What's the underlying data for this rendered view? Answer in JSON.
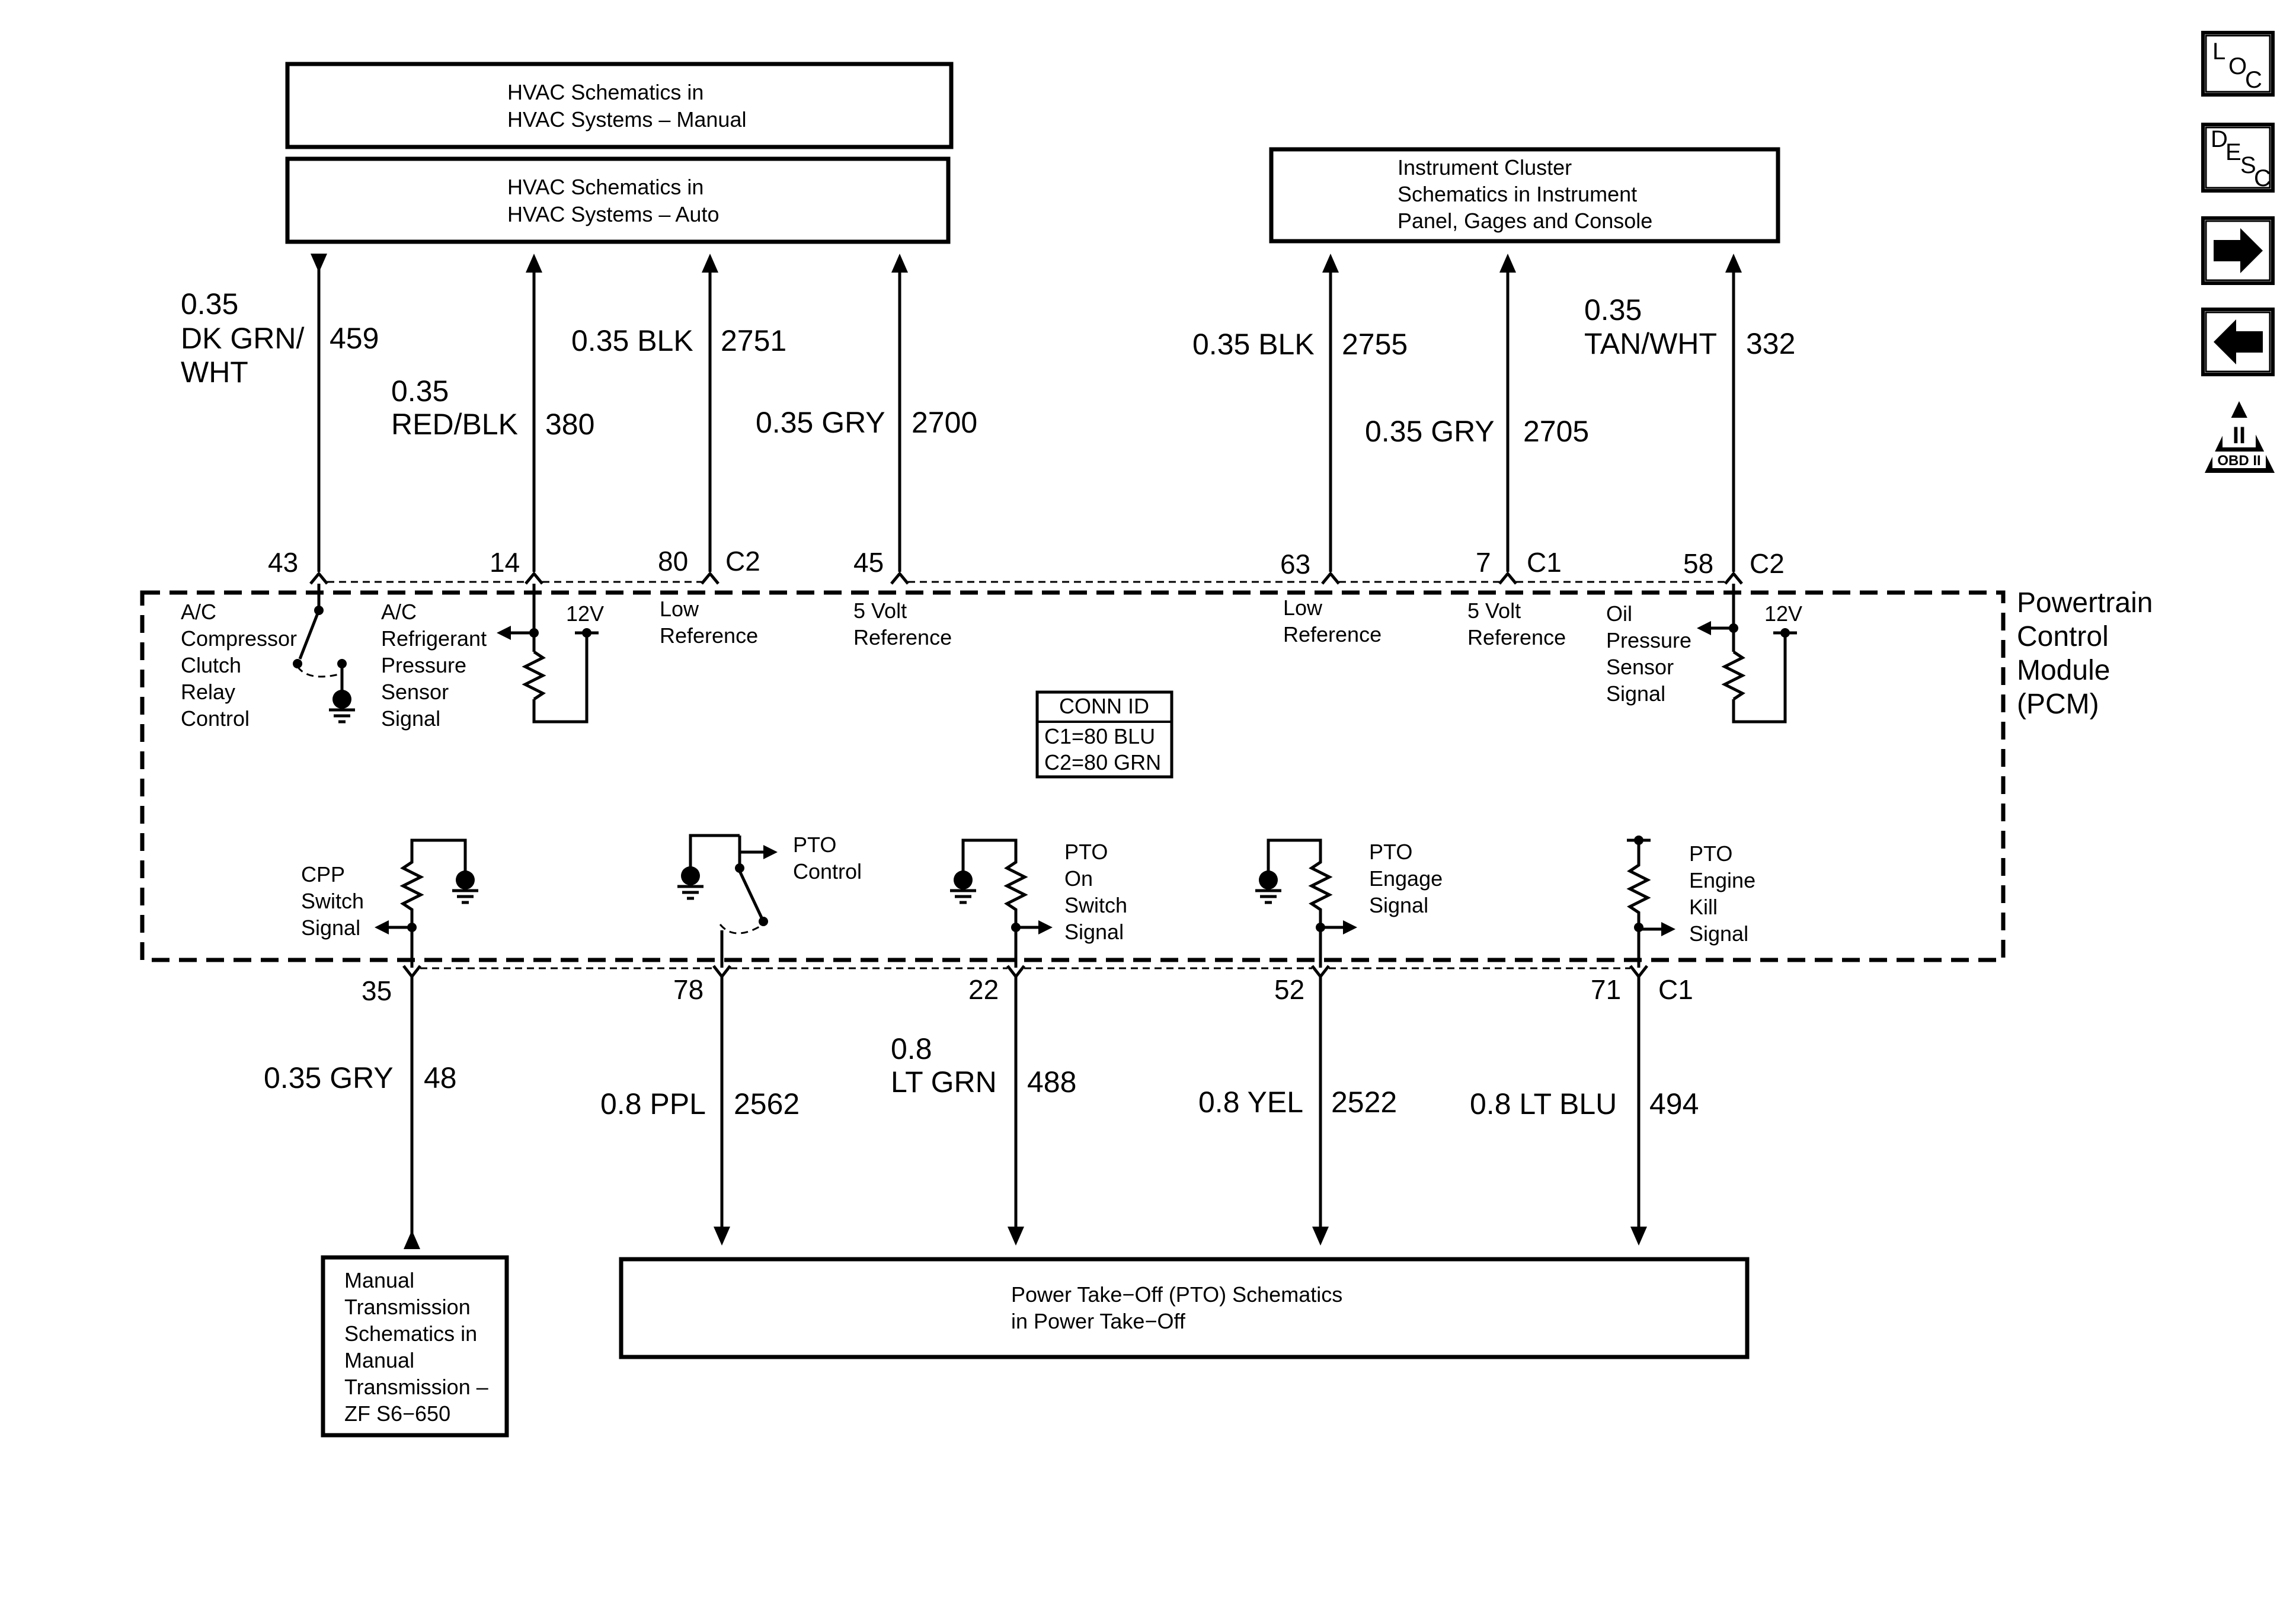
{
  "boxes": {
    "hvac_manual": [
      "HVAC Schematics in",
      "HVAC Systems – Manual"
    ],
    "hvac_auto": [
      "HVAC Schematics in",
      "HVAC Systems – Auto"
    ],
    "instrument": [
      "Instrument Cluster",
      "Schematics in Instrument",
      "Panel, Gages and Console"
    ],
    "manual_trans": [
      "Manual",
      "Transmission",
      "Schematics in",
      "Manual",
      "Transmission –",
      "ZF S6−650"
    ],
    "pto": [
      "Power Take−Off (PTO) Schematics",
      "in Power Take−Off"
    ]
  },
  "module": {
    "name": [
      "Powertrain",
      "Control",
      "Module",
      "(PCM)"
    ],
    "conn_id": {
      "title": "CONN ID",
      "lines": [
        "C1=80 BLU",
        "C2=80 GRN"
      ]
    }
  },
  "wires_top": [
    {
      "size": "0.35",
      "color": [
        "DK GRN/",
        "WHT"
      ],
      "circuit": "459",
      "pin": "43",
      "conn": ""
    },
    {
      "size": "0.35",
      "color": [
        "RED/BLK"
      ],
      "circuit": "380",
      "pin": "14",
      "conn": ""
    },
    {
      "size": "0.35 BLK",
      "color": [],
      "circuit": "2751",
      "pin": "80",
      "conn": "C2"
    },
    {
      "size": "0.35 GRY",
      "color": [],
      "circuit": "2700",
      "pin": "45",
      "conn": ""
    },
    {
      "size": "0.35 BLK",
      "color": [],
      "circuit": "2755",
      "pin": "63",
      "conn": ""
    },
    {
      "size": "0.35 GRY",
      "color": [],
      "circuit": "2705",
      "pin": "7",
      "conn": "C1"
    },
    {
      "size": "0.35",
      "color": [
        "TAN/WHT"
      ],
      "circuit": "332",
      "pin": "58",
      "conn": "C2"
    }
  ],
  "wires_bottom": [
    {
      "size": "0.35 GRY",
      "color": [],
      "circuit": "48",
      "pin": "35",
      "conn": ""
    },
    {
      "size": "0.8 PPL",
      "color": [],
      "circuit": "2562",
      "pin": "78",
      "conn": ""
    },
    {
      "size": "0.8",
      "color": [
        "LT GRN"
      ],
      "circuit": "488",
      "pin": "22",
      "conn": ""
    },
    {
      "size": "0.8 YEL",
      "color": [],
      "circuit": "2522",
      "pin": "52",
      "conn": ""
    },
    {
      "size": "0.8 LT BLU",
      "color": [],
      "circuit": "494",
      "pin": "71",
      "conn": "C1"
    }
  ],
  "internal_top": [
    [
      "A/C",
      "Compressor",
      "Clutch",
      "Relay",
      "Control"
    ],
    [
      "A/C",
      "Refrigerant",
      "Pressure",
      "Sensor",
      "Signal"
    ],
    [
      "Low",
      "Reference"
    ],
    [
      "5 Volt",
      "Reference"
    ],
    [
      "Low",
      "Reference"
    ],
    [
      "5 Volt",
      "Reference"
    ],
    [
      "Oil",
      "Pressure",
      "Sensor",
      "Signal"
    ]
  ],
  "internal_bottom": [
    [
      "CPP",
      "Switch",
      "Signal"
    ],
    [
      "PTO",
      "Control"
    ],
    [
      "PTO",
      "On",
      "Switch",
      "Signal"
    ],
    [
      "PTO",
      "Engage",
      "Signal"
    ],
    [
      "PTO",
      "Engine",
      "Kill",
      "Signal"
    ]
  ],
  "v12": "12V",
  "side_buttons": {
    "loc": [
      "L",
      "O",
      "C"
    ],
    "desc": [
      "D",
      "E",
      "S",
      "C"
    ],
    "obd": [
      "II",
      "OBD II"
    ]
  }
}
